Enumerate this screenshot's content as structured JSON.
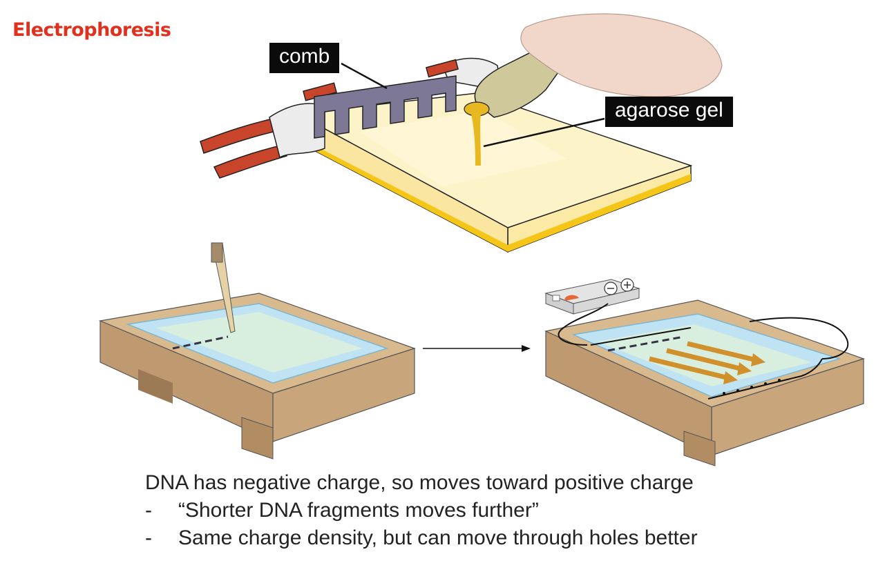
{
  "title": "Electrophoresis",
  "labels": {
    "comb": "comb",
    "gel": "agarose gel"
  },
  "caption": {
    "main": "DNA has negative charge, so moves toward positive charge",
    "bullets": [
      "“Shorter DNA fragments moves further”",
      "Same charge density, but can move through holes better"
    ]
  },
  "colors": {
    "title": "#e0301e",
    "gel": "#f5c518",
    "tray": "#c9a57b",
    "buffer": "#bfe3f3",
    "clip": "#c8442a",
    "comb": "#7d7896",
    "band_arrow": "#d0902c"
  }
}
